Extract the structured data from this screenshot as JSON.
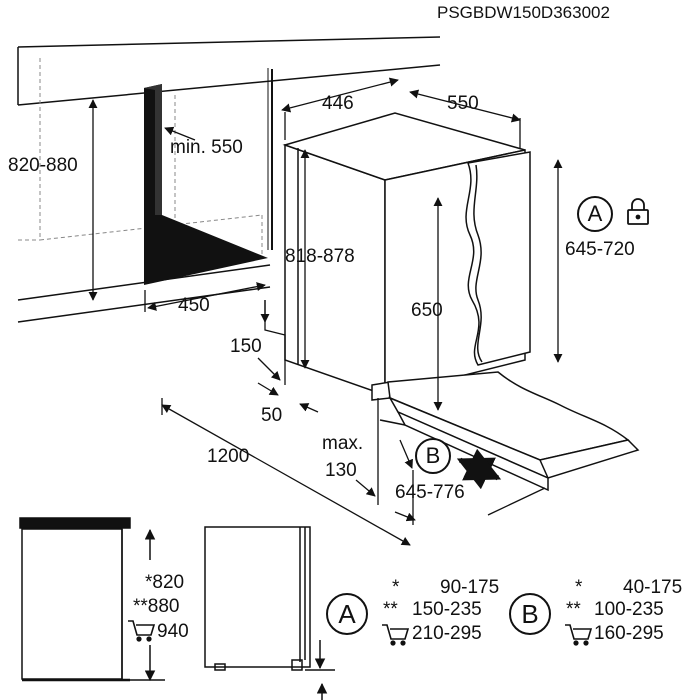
{
  "product_code": "PSGBDW150D363002",
  "dimensions": {
    "niche_height": "820-880",
    "min_depth": "min. 550",
    "niche_depth": "450",
    "width_446": "446",
    "depth_550": "550",
    "appliance_height": "818-878",
    "door_650": "650",
    "door_range": "645-720",
    "plinth_150": "150",
    "plinth_50": "50",
    "width_1200": "1200",
    "max_label": "max.",
    "max_130": "130",
    "range_645_776": "645-776"
  },
  "markers": {
    "a": "A",
    "b": "B"
  },
  "side_view": {
    "h1": "*820",
    "h2": "**880",
    "h3": "940"
  },
  "table_a": {
    "rows": [
      {
        "mark": "*",
        "value": "90-175"
      },
      {
        "mark": "**",
        "value": "150-235"
      },
      {
        "mark": "cart",
        "value": "210-295"
      }
    ]
  },
  "table_b": {
    "rows": [
      {
        "mark": "*",
        "value": "40-175"
      },
      {
        "mark": "**",
        "value": "100-235"
      },
      {
        "mark": "cart",
        "value": "160-295"
      }
    ]
  },
  "icons": [
    "lock-icon",
    "cart-icon",
    "double-arrow-icon"
  ]
}
